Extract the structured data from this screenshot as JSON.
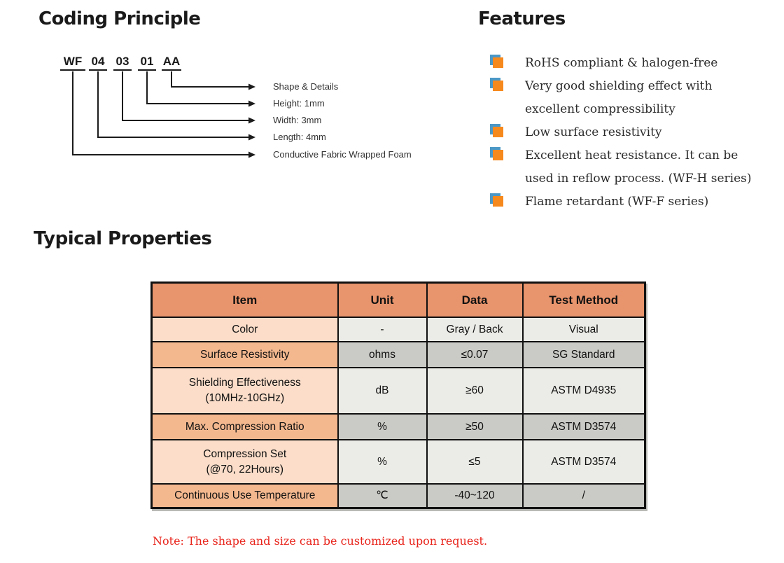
{
  "coding": {
    "title": "Coding Principle",
    "code_parts": [
      "WF",
      "04",
      "03",
      "01",
      "AA"
    ],
    "labels": [
      "Shape & Details",
      "Height: 1mm",
      "Width: 3mm",
      "Length: 4mm",
      "Conductive Fabric Wrapped Foam"
    ]
  },
  "features": {
    "title": "Features",
    "bullet_colors": {
      "orange": "#F6891E",
      "blue": "#4B97C6"
    },
    "items": [
      {
        "line1": "RoHS compliant & halogen-free"
      },
      {
        "line1": "Very good shielding effect with",
        "line2": "excellent compressibility"
      },
      {
        "line1": "Low surface resistivity"
      },
      {
        "line1": "Excellent heat resistance. It can be",
        "line2": "used in reflow process. (WF-H series)"
      },
      {
        "line1": "Flame retardant (WF-F series)"
      }
    ]
  },
  "properties": {
    "title": "Typical Properties",
    "table": {
      "headers": [
        "Item",
        "Unit",
        "Data",
        "Test Method"
      ],
      "rows": [
        {
          "item": "Color",
          "unit": "-",
          "data": "Gray / Back",
          "method": "Visual"
        },
        {
          "item": "Surface Resistivity",
          "unit": "ohms",
          "data": "≤0.07",
          "method": "SG Standard"
        },
        {
          "item": "Shielding Effectiveness",
          "item_line2": "(10MHz-10GHz)",
          "unit": "dB",
          "data": "≥60",
          "method": "ASTM D4935"
        },
        {
          "item": "Max. Compression Ratio",
          "unit": "%",
          "data": "≥50",
          "method": "ASTM D3574"
        },
        {
          "item": "Compression Set",
          "item_line2": "(@70, 22Hours)",
          "unit": "%",
          "data": "≤5",
          "method": "ASTM D3574"
        },
        {
          "item": "Continuous Use Temperature",
          "unit": "℃",
          "data": "-40~120",
          "method": "/"
        }
      ],
      "colors": {
        "header_bg": "#E8946C",
        "item_light": "#FBDDC9",
        "item_dark": "#F4B88F",
        "cell_light": "#EBEBE7",
        "cell_dark": "#CACAC6",
        "border": "#111111"
      }
    }
  },
  "note": {
    "text": "Note: The shape and size can be customized upon request.",
    "color": "#E8231A"
  }
}
